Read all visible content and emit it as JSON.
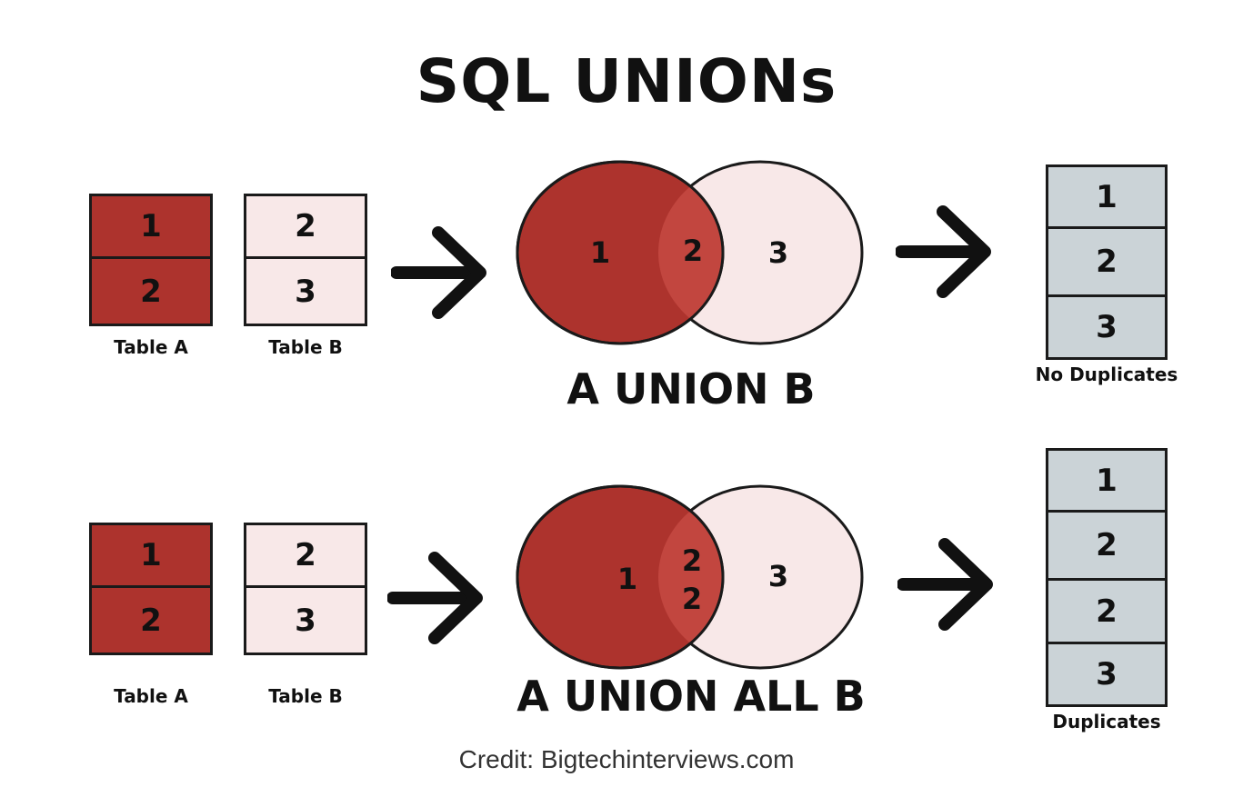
{
  "title": "SQL UNIONs",
  "colors": {
    "table_a": "#ad332d",
    "table_b": "#f8e8e8",
    "result": "#cbd3d7",
    "overlap": "#c2463f"
  },
  "union": {
    "table_a": {
      "label": "Table A",
      "rows": [
        "1",
        "2"
      ]
    },
    "table_b": {
      "label": "Table B",
      "rows": [
        "2",
        "3"
      ]
    },
    "venn": {
      "left": "1",
      "overlap": "2",
      "right": "3"
    },
    "operation": "A UNION B",
    "result": {
      "label": "No Duplicates",
      "rows": [
        "1",
        "2",
        "3"
      ]
    }
  },
  "union_all": {
    "table_a": {
      "label": "Table A",
      "rows": [
        "1",
        "2"
      ]
    },
    "table_b": {
      "label": "Table B",
      "rows": [
        "2",
        "3"
      ]
    },
    "venn": {
      "left": "1",
      "overlap_top": "2",
      "overlap_bottom": "2",
      "right": "3"
    },
    "operation": "A UNION ALL B",
    "result": {
      "label": "Duplicates",
      "rows": [
        "1",
        "2",
        "2",
        "3"
      ]
    }
  },
  "credit": "Credit: Bigtechinterviews.com"
}
